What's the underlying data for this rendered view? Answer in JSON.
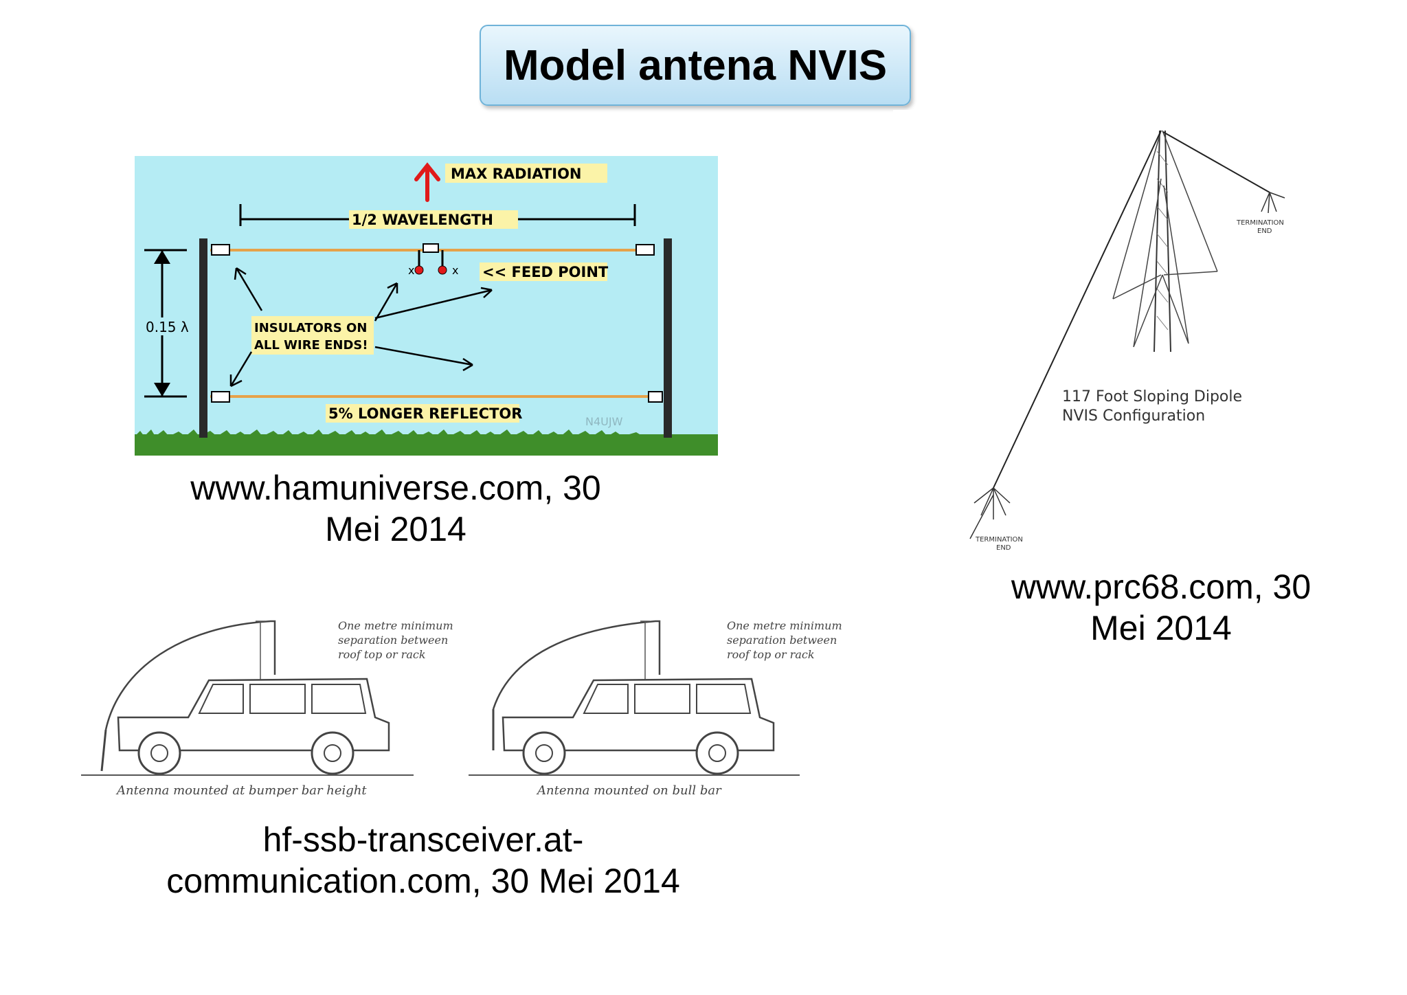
{
  "slide": {
    "title": "Model antena NVIS"
  },
  "dipole_figure": {
    "max_radiation": "MAX RADIATION",
    "half_wavelength": "1/2 WAVELENGTH",
    "feed_point": "<< FEED POINT",
    "height": "0.15 λ",
    "insulators_line1": "INSULATORS ON",
    "insulators_line2": "ALL WIRE ENDS!",
    "reflector": "5% LONGER REFLECTOR",
    "feed_x_left": "x",
    "feed_x_right": "x",
    "watermark": "N4UJW",
    "caption": "www.hamuniverse.com, 30\nMei 2014"
  },
  "sloping_figure": {
    "label_line1": "117 Foot Sloping Dipole",
    "label_line2": "NVIS Configuration",
    "termination_top_line1": "TERMINATION",
    "termination_top_line2": "END",
    "termination_bottom_line1": "TERMINATION",
    "termination_bottom_line2": "END",
    "caption": "www.prc68.com, 30\nMei 2014"
  },
  "vehicle_figure": {
    "left_note_line1": "One metre minimum",
    "left_note_line2": "separation between",
    "left_note_line3": "roof top or rack",
    "left_caption": "Antenna mounted at bumper bar height",
    "right_note_line1": "One metre minimum",
    "right_note_line2": "separation between",
    "right_note_line3": "roof top or rack",
    "right_caption": "Antenna mounted on bull bar",
    "caption": "hf-ssb-transceiver.at-\ncommunication.com, 30 Mei 2014"
  },
  "colors": {
    "sky": "#b5ecf4",
    "grass": "#3f8e2a",
    "label_bg": "#fbf3a8",
    "wire": "#e6a24a",
    "arrow_red": "#e01a1a"
  }
}
